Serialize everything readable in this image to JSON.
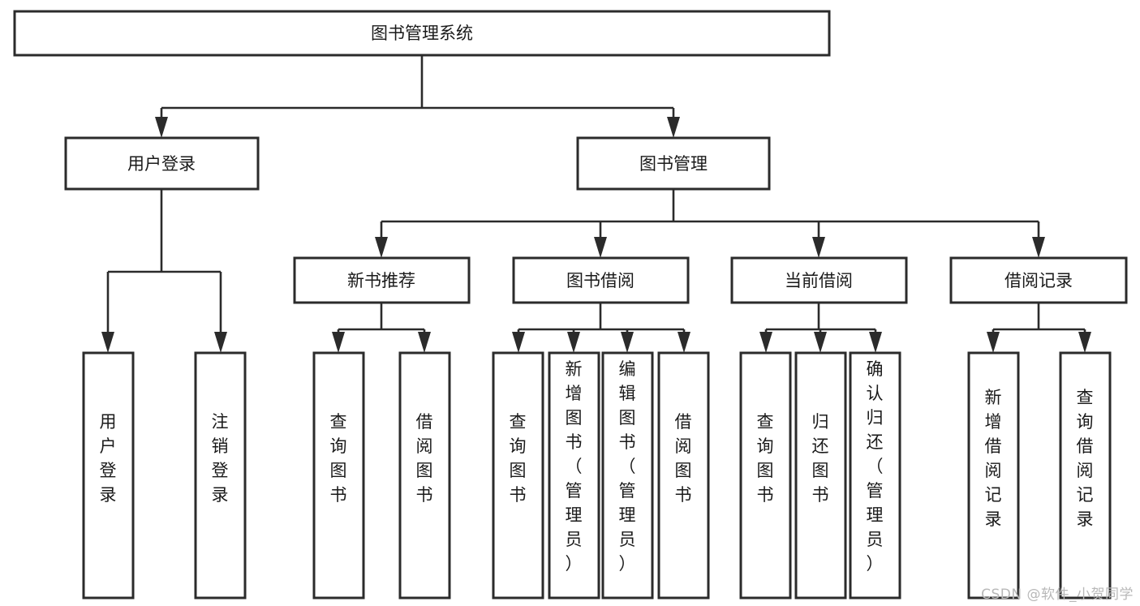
{
  "diagram": {
    "title": "图书管理系统",
    "type": "tree-hierarchy-functional-decomposition",
    "watermark": "CSDN @软件_小贺同学",
    "colors": {
      "box_stroke": "#2b2b2b",
      "box_fill": "#ffffff",
      "connector": "#2b2b2b",
      "text": "#1a1a1a",
      "watermark": "#b8b8b8",
      "background": "#ffffff"
    },
    "levels": {
      "root": {
        "label": "图书管理系统"
      },
      "level2": [
        {
          "id": "user-login",
          "label": "用户登录"
        },
        {
          "id": "book-management",
          "label": "图书管理"
        }
      ],
      "level3": [
        {
          "id": "new-book-recommend",
          "label": "新书推荐",
          "parent": "book-management"
        },
        {
          "id": "book-borrow",
          "label": "图书借阅",
          "parent": "book-management"
        },
        {
          "id": "current-borrow",
          "label": "当前借阅",
          "parent": "book-management"
        },
        {
          "id": "borrow-record",
          "label": "借阅记录",
          "parent": "book-management"
        }
      ],
      "leaves": [
        {
          "id": "leaf-user-login",
          "label": "用户登录",
          "parent": "user-login"
        },
        {
          "id": "leaf-logout",
          "label": "注销登录",
          "parent": "user-login"
        },
        {
          "id": "leaf-query-book-1",
          "label": "查询图书",
          "parent": "new-book-recommend"
        },
        {
          "id": "leaf-borrow-book-1",
          "label": "借阅图书",
          "parent": "new-book-recommend"
        },
        {
          "id": "leaf-query-book-2",
          "label": "查询图书",
          "parent": "book-borrow"
        },
        {
          "id": "leaf-add-book",
          "label": "新增图书（管理员）",
          "parent": "book-borrow"
        },
        {
          "id": "leaf-edit-book",
          "label": "编辑图书（管理员）",
          "parent": "book-borrow"
        },
        {
          "id": "leaf-borrow-book-2",
          "label": "借阅图书",
          "parent": "book-borrow"
        },
        {
          "id": "leaf-query-book-3",
          "label": "查询图书",
          "parent": "current-borrow"
        },
        {
          "id": "leaf-return-book",
          "label": "归还图书",
          "parent": "current-borrow"
        },
        {
          "id": "leaf-confirm-return",
          "label": "确认归还（管理员）",
          "parent": "current-borrow"
        },
        {
          "id": "leaf-add-record",
          "label": "新增借阅记录",
          "parent": "borrow-record"
        },
        {
          "id": "leaf-query-record",
          "label": "查询借阅记录",
          "parent": "borrow-record"
        }
      ]
    }
  }
}
